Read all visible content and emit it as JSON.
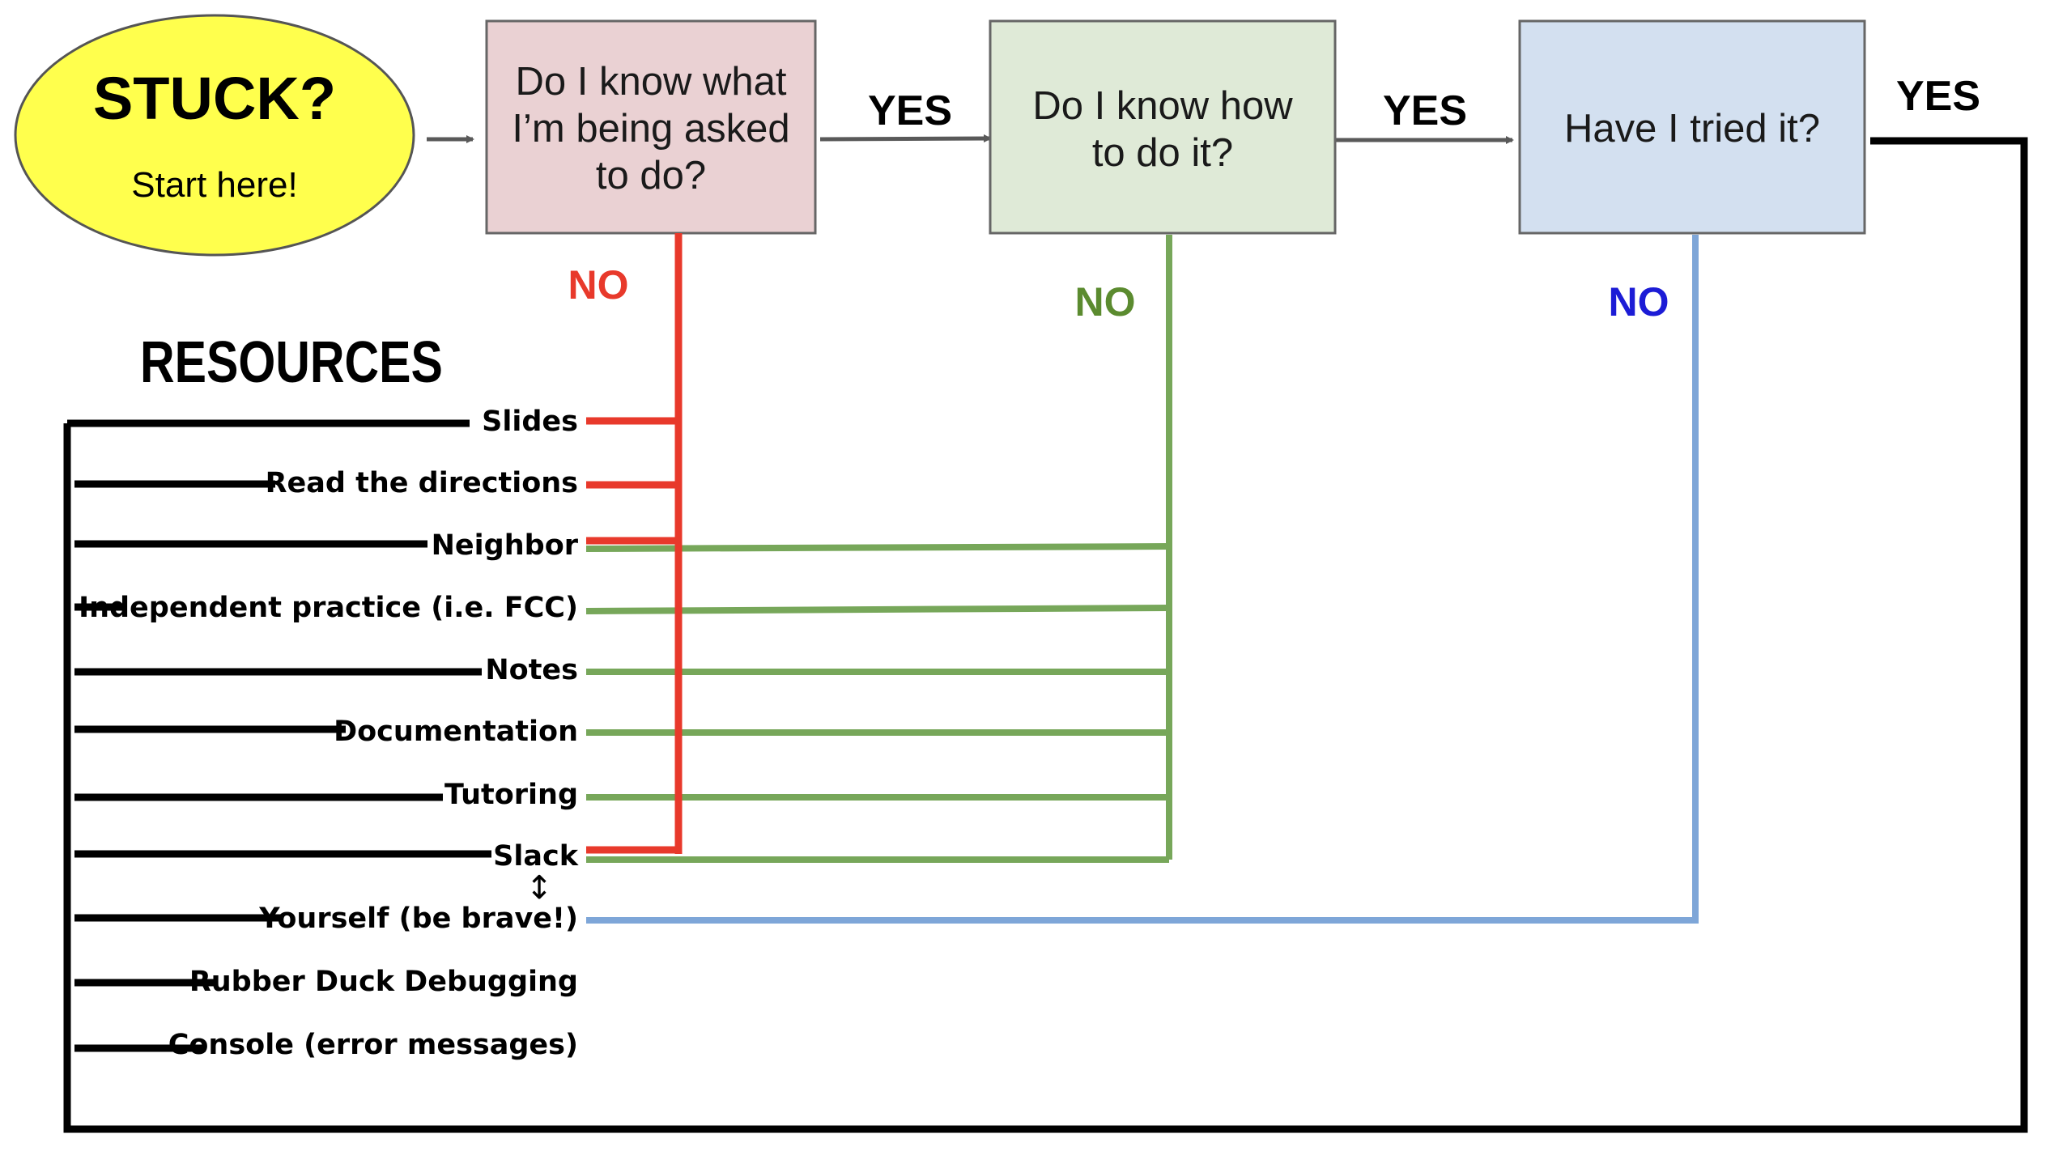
{
  "start": {
    "title": "STUCK?",
    "subtitle": "Start here!",
    "fill": "#ffff4d"
  },
  "questions": [
    {
      "lines": [
        "Do I know what",
        "I’m being asked",
        "to do?"
      ],
      "fill": "#ead1d3"
    },
    {
      "lines": [
        "Do I know how",
        "to do it?"
      ],
      "fill": "#dfead7"
    },
    {
      "lines": [
        "Have I tried it?"
      ],
      "fill": "#d3e0f0"
    }
  ],
  "yes_labels": [
    "YES",
    "YES",
    "YES"
  ],
  "no_labels": [
    {
      "text": "NO",
      "color": "#e8392b"
    },
    {
      "text": "NO",
      "color": "#5b8b2f"
    },
    {
      "text": "NO",
      "color": "#1c1cd6"
    }
  ],
  "resources": {
    "title": "RESOURCES",
    "items": [
      "Slides",
      "Read the directions",
      "Neighbor",
      "Independent practice (i.e. FCC)",
      "Notes",
      "Documentation",
      "Tutoring",
      "Slack",
      "Yourself (be brave!)",
      "Rubber Duck Debugging",
      "Console (error messages)"
    ]
  },
  "glyphs": {
    "updown_arrow": "↕"
  },
  "colors": {
    "red_path": "#e8392b",
    "green_path": "#77a75a",
    "blue_path": "#7ea6d8",
    "black_path": "#000000",
    "arrow": "#595959"
  }
}
